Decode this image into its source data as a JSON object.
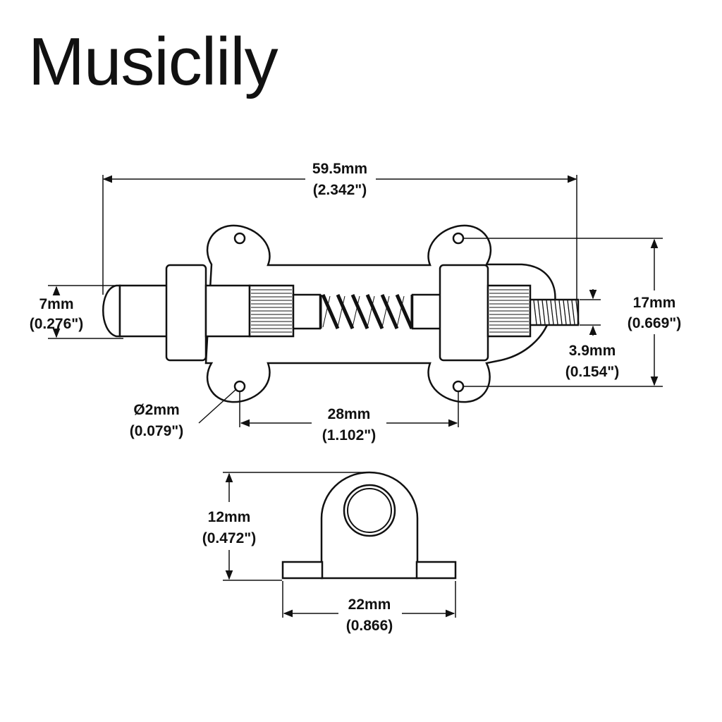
{
  "brand": {
    "name": "Musiclily"
  },
  "dimensions": {
    "overall_length": {
      "mm": "59.5mm",
      "inch": "(2.342\")"
    },
    "pin_diameter": {
      "mm": "7mm",
      "inch": "(0.276\")"
    },
    "height": {
      "mm": "17mm",
      "inch": "(0.669\")"
    },
    "thread": {
      "mm": "3.9mm",
      "inch": "(0.154\")"
    },
    "hole": {
      "mm": "Ø2mm",
      "inch": "(0.079\")"
    },
    "hole_spacing": {
      "mm": "28mm",
      "inch": "(1.102\")"
    },
    "side_height": {
      "mm": "12mm",
      "inch": "(0.472\")"
    },
    "side_width": {
      "mm": "22mm",
      "inch": "(0.866)"
    }
  },
  "colors": {
    "line": "#111111",
    "background": "#ffffff"
  }
}
